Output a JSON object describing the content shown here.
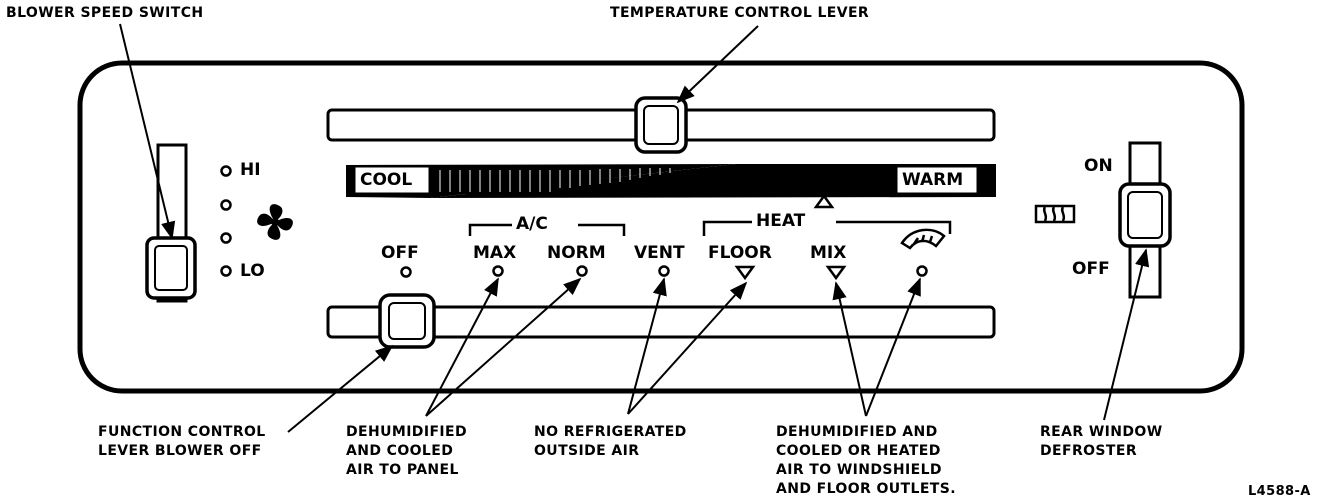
{
  "callouts": {
    "blower_speed_switch": "BLOWER SPEED SWITCH",
    "temperature_control_lever": "TEMPERATURE CONTROL LEVER",
    "function_control": [
      "FUNCTION CONTROL",
      "LEVER BLOWER OFF"
    ],
    "dehumidified_panel": [
      "DEHUMIDIFIED",
      "AND COOLED",
      "AIR TO PANEL"
    ],
    "no_refrigerated": [
      "NO REFRIGERATED",
      "OUTSIDE AIR"
    ],
    "dehumidified_windshield": [
      "DEHUMIDIFIED AND",
      "COOLED OR HEATED",
      "AIR TO WINDSHIELD",
      "AND FLOOR OUTLETS."
    ],
    "rear_window_defroster": [
      "REAR WINDOW",
      "DEFROSTER"
    ]
  },
  "panel": {
    "fan_speeds": {
      "hi": "HI",
      "lo": "LO"
    },
    "temperature_scale": {
      "cool": "COOL",
      "warm": "WARM"
    },
    "groups": {
      "ac": "A/C",
      "heat": "HEAT"
    },
    "modes": {
      "off": "OFF",
      "max": "MAX",
      "norm": "NORM",
      "vent": "VENT",
      "floor": "FLOOR",
      "mix": "MIX"
    },
    "defroster_switch": {
      "on": "ON",
      "off": "OFF"
    }
  },
  "figure_id": "L4588-A",
  "icons": [
    "fan-icon",
    "defrost-icon",
    "rear-defrost-icon",
    "triangle-icon"
  ]
}
